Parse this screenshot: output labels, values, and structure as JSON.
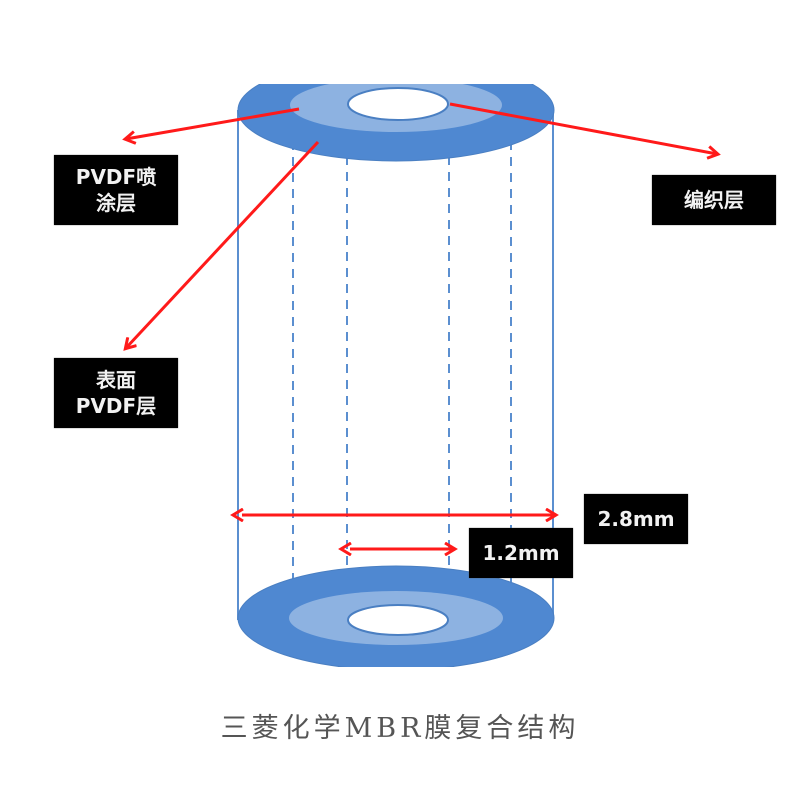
{
  "labels": {
    "pvdf_spray": {
      "line1": "PVDF喷",
      "line2": "涂层"
    },
    "woven": {
      "line1": "编织层"
    },
    "surface_pvdf": {
      "line1": "表面",
      "line2": "PVDF层"
    },
    "outer_diameter": {
      "text": "2.8mm"
    },
    "inner_diameter": {
      "text": "1.2mm"
    }
  },
  "caption": "三菱化学MBR膜复合结构",
  "colors": {
    "outer_ring": "#4f88d1",
    "middle_ring": "#8db2e1",
    "cylinder_outline": "#5b8fd0",
    "dashed_lines": "#5b8fd0",
    "arrow": "#ff1a1a",
    "label_bg": "#000000"
  }
}
